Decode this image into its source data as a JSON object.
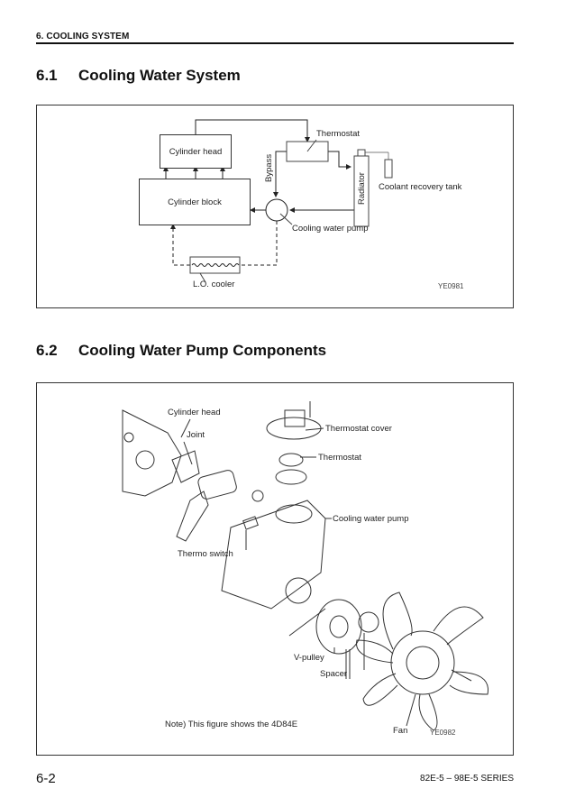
{
  "header": {
    "running_head": "6. COOLING SYSTEM"
  },
  "section1": {
    "number": "6.1",
    "title": "Cooling Water System",
    "figure": {
      "blocks": {
        "cylinder_head": "Cylinder head",
        "cylinder_block": "Cylinder block"
      },
      "labels": {
        "thermostat": "Thermostat",
        "bypass": "Bypass",
        "radiator": "Radiator",
        "coolant_recovery_tank": "Coolant recovery tank",
        "cooling_water_pump": "Cooling water pump",
        "lo_cooler": "L.O. cooler"
      },
      "code": "YE0981"
    }
  },
  "section2": {
    "number": "6.2",
    "title": "Cooling Water Pump Components",
    "figure": {
      "labels": {
        "cylinder_head": "Cylinder head",
        "joint": "Joint",
        "thermostat_cover": "Thermostat cover",
        "thermostat": "Thermostat",
        "cooling_water_pump": "Cooling water pump",
        "thermo_switch": "Thermo switch",
        "v_pulley": "V-pulley",
        "spacer": "Spacer",
        "fan": "Fan"
      },
      "note": "Note) This figure shows the 4D84E",
      "code": "YE0982"
    }
  },
  "footer": {
    "page_number": "6-2",
    "series": "82E-5 – 98E-5 SERIES"
  }
}
